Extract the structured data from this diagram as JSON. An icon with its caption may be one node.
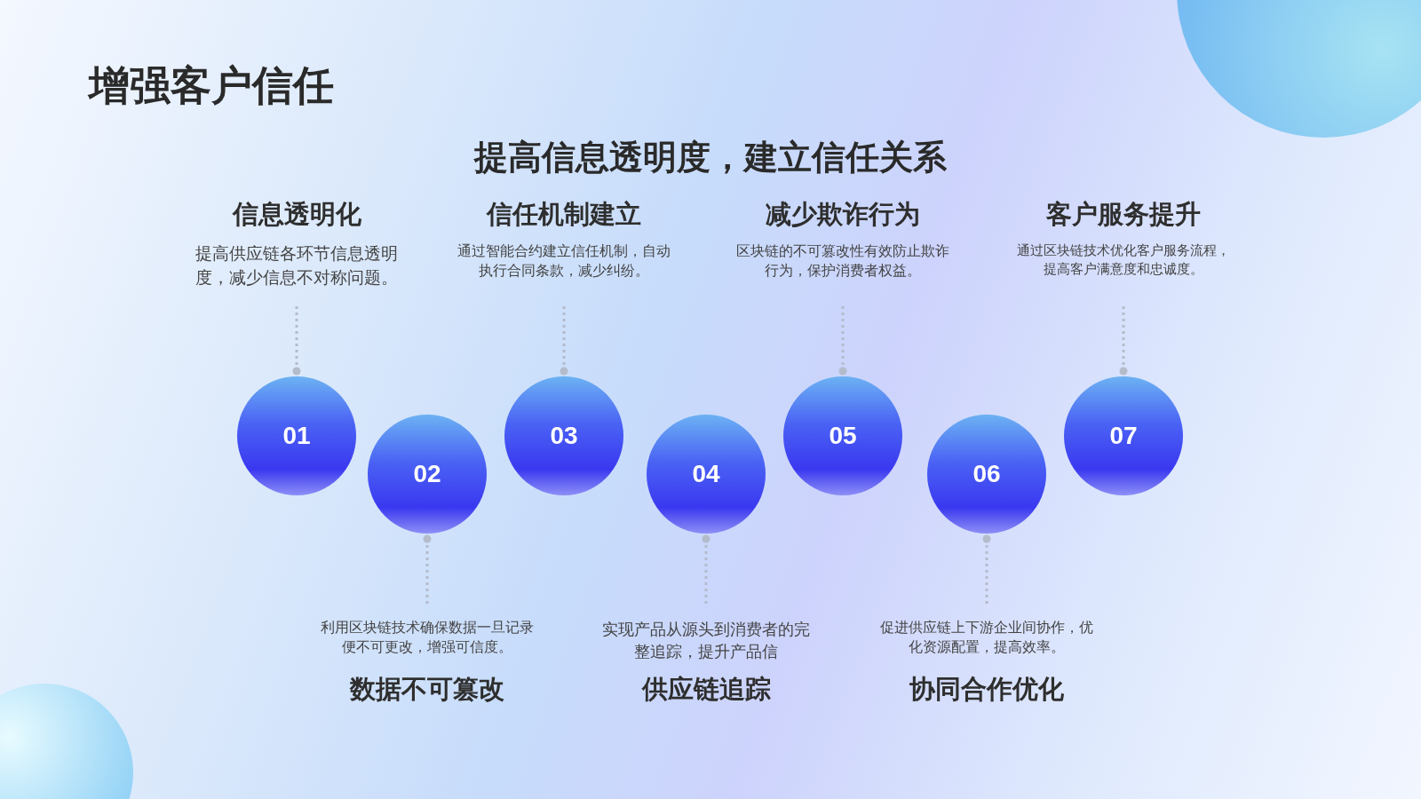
{
  "diagram": {
    "title": "增强客户信任",
    "nodes": [
      {
        "text": [
          "01"
        ],
        "beside": [
          "信息透明化",
          "提高供应链各环节信息透明度，减少信息不对称问题。"
        ]
      },
      {
        "text": [
          "02"
        ],
        "beside": [
          "数据不可篡改",
          "利用区块链技术确保数据一旦记录便不可更改，增强可信度。"
        ]
      },
      {
        "text": [
          "03"
        ],
        "beside": [
          "信任机制建立",
          "通过智能合约建立信任机制，自动执行合同条款，减少纠纷。"
        ]
      },
      {
        "text": [
          "04"
        ],
        "beside": [
          "供应链追踪",
          "实现产品从源头到消费者的完整追踪，提升产品信"
        ]
      },
      {
        "text": [
          "05"
        ],
        "beside": [
          "减少欺诈行为",
          "区块链的不可篡改性有效防止欺诈行为，保护消费者权益。"
        ]
      },
      {
        "text": [
          "06"
        ],
        "beside": [
          "协同合作优化",
          "促进供应链上下游企业间协作，优化资源配置，提高效率。"
        ]
      },
      {
        "text": [
          "07"
        ],
        "beside": [
          "客户服务提升",
          "通过区块链技术优化客户服务流程，提高客户满意度和忠诚度。"
        ]
      }
    ],
    "labels": [
      "提高信息透明度，建立信任关系"
    ]
  }
}
